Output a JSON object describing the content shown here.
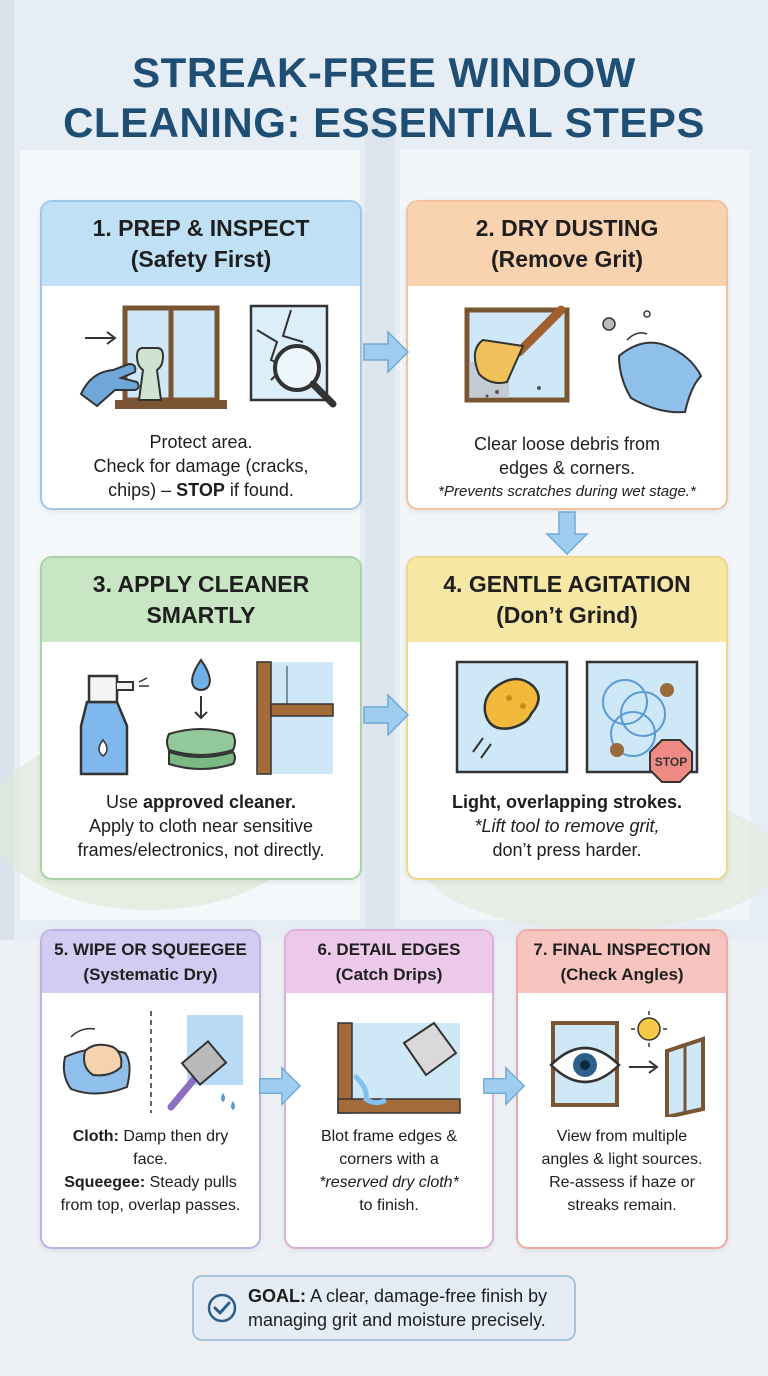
{
  "title": {
    "line1": "STREAK-FREE WINDOW",
    "line2": "CLEANING: ESSENTIAL STEPS"
  },
  "steps": [
    {
      "title_l1": "1. PREP & INSPECT",
      "title_l2": "(Safety First)",
      "desc": [
        "Protect area.",
        "Check for damage (cracks,"
      ],
      "desc_l3_pre": "chips) – ",
      "desc_l3_bold": "STOP",
      "desc_l3_post": " if found."
    },
    {
      "title_l1": "2. DRY DUSTING",
      "title_l2": "(Remove Grit)",
      "desc": [
        "Clear loose debris from",
        "edges & corners."
      ],
      "note": "*Prevents scratches during wet stage.*"
    },
    {
      "title_l1": "3. APPLY CLEANER",
      "title_l2": "SMARTLY",
      "desc_l1_pre": "Use ",
      "desc_l1_bold": "approved cleaner.",
      "desc": [
        "Apply to cloth near sensitive",
        "frames/electronics, not directly."
      ]
    },
    {
      "title_l1": "4. GENTLE AGITATION",
      "title_l2": "(Don’t Grind)",
      "desc_bold": "Light, overlapping strokes.",
      "desc_ital": "*Lift tool to remove grit,",
      "desc_l3": "don’t press harder.",
      "stop_sign": "STOP"
    },
    {
      "title_l1": "5. WIPE OR SQUEEGEE",
      "title_l2": "(Systematic Dry)",
      "cloth_label": "Cloth:",
      "cloth_text": " Damp then dry",
      "cloth_text2": "face.",
      "squeegee_label": "Squeegee:",
      "squeegee_text": " Steady pulls",
      "squeegee_text2": "from top, overlap passes."
    },
    {
      "title_l1": "6. DETAIL EDGES",
      "title_l2": "(Catch Drips)",
      "desc": [
        "Blot frame edges &",
        "corners with a"
      ],
      "desc_ital": "*reserved dry cloth*",
      "desc_l4": "to finish."
    },
    {
      "title_l1": "7. FINAL INSPECTION",
      "title_l2": "(Check Angles)",
      "desc": [
        "View from multiple",
        "angles & light sources.",
        "Re-assess if haze or",
        "streaks remain."
      ]
    }
  ],
  "goal": {
    "label": "GOAL:",
    "text1": " A clear, damage-free finish by",
    "text2": "managing grit and moisture precisely."
  },
  "colors": {
    "title": "#1f4e74",
    "step1": "#bfe0f5",
    "step2": "#f9d2b0",
    "step3": "#c8e6c4",
    "step4": "#f7e7a4",
    "step5": "#d3cbf1",
    "step6": "#ecc9ea",
    "step7": "#f7c4c0",
    "arrow": "#9fcdef"
  }
}
